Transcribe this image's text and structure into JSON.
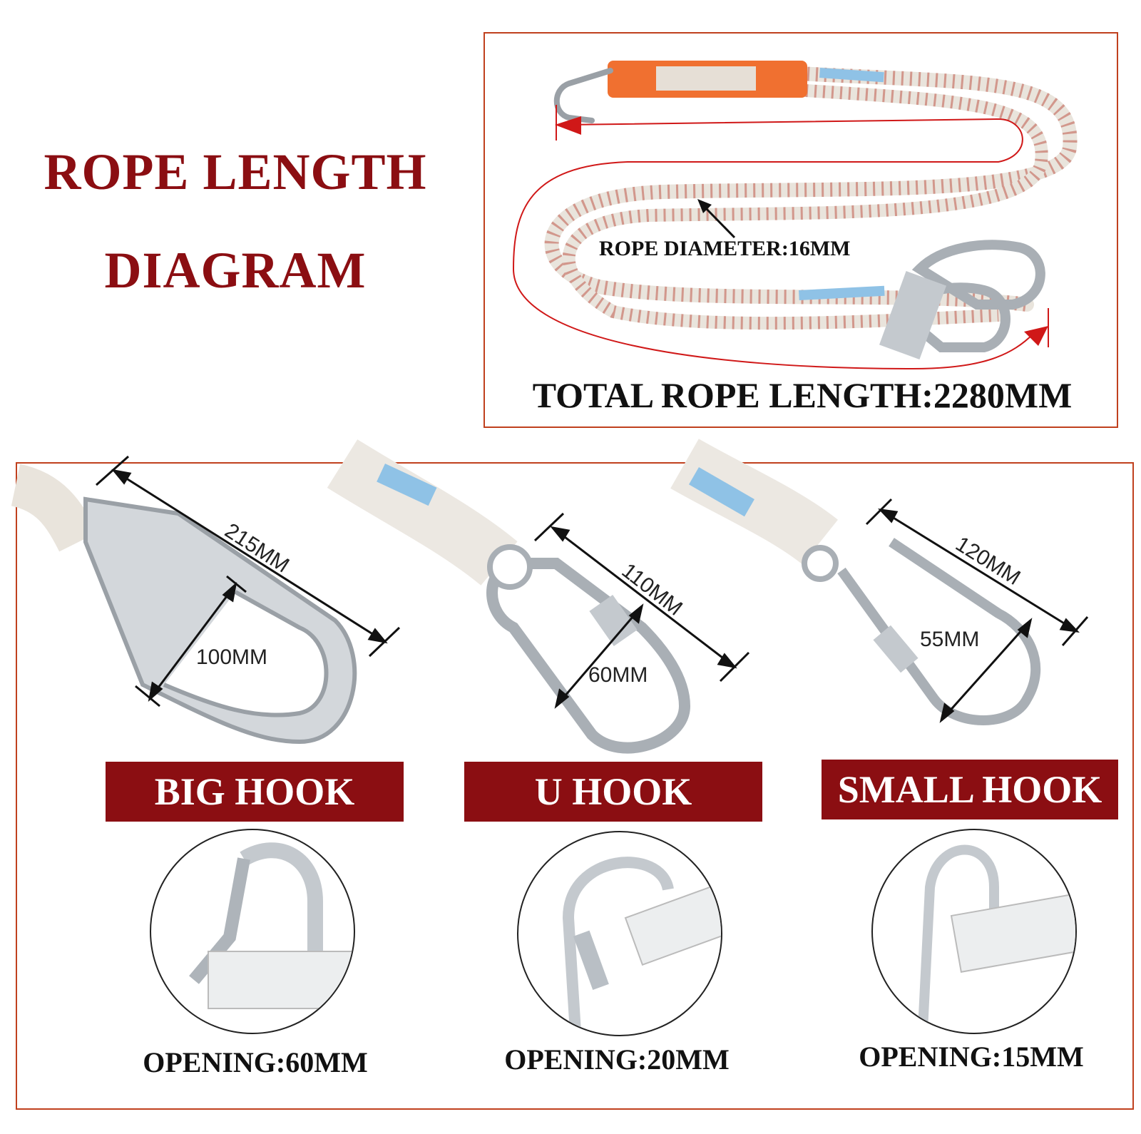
{
  "heading": {
    "line1": "ROPE LENGTH",
    "line2": "DIAGRAM"
  },
  "top_panel": {
    "diameter_label": "ROPE DIAMETER:16MM",
    "total_length_label": "TOTAL ROPE LENGTH:2280MM"
  },
  "hooks": [
    {
      "name": "BIG HOOK",
      "length": "215MM",
      "width": "100MM",
      "opening": "OPENING:60MM"
    },
    {
      "name": "U HOOK",
      "length": "110MM",
      "width": "60MM",
      "opening": "OPENING:20MM"
    },
    {
      "name": "SMALL HOOK",
      "length": "120MM",
      "width": "55MM",
      "opening": "OPENING:15MM"
    }
  ],
  "colors": {
    "accent": "#8b0e12",
    "frame": "#c0401e",
    "arrow": "#d01818",
    "sleeve": "#f07030"
  }
}
